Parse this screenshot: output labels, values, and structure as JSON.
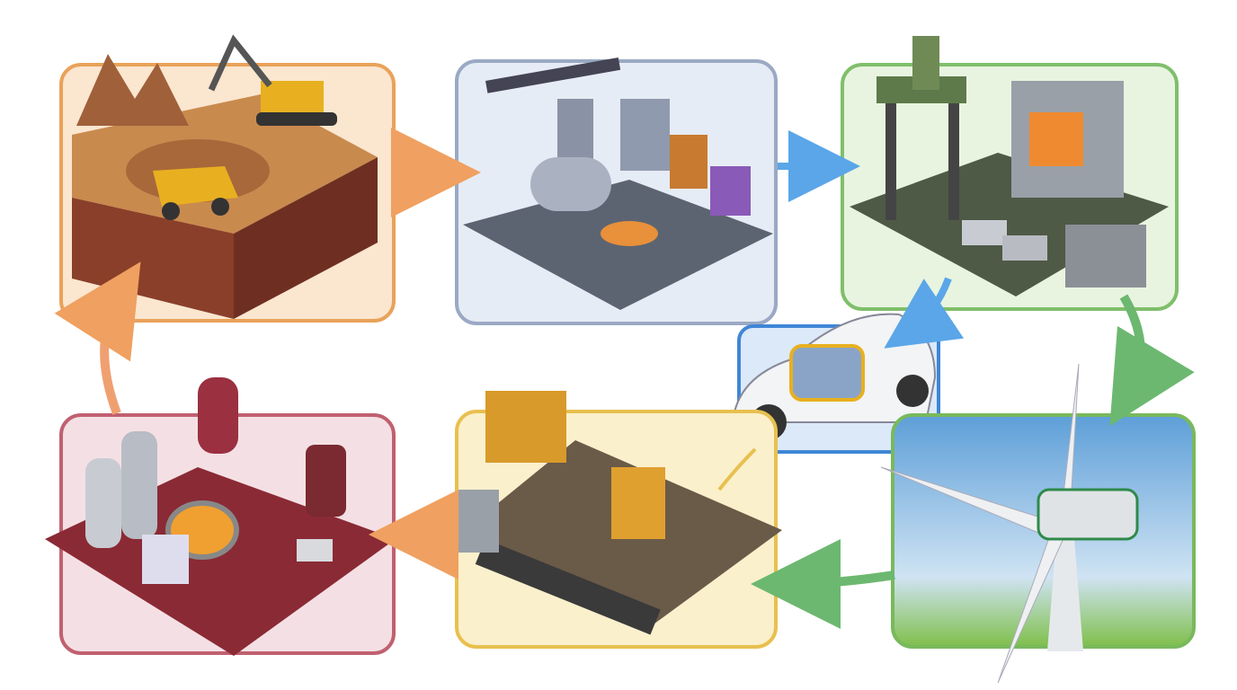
{
  "diagram": {
    "stages": [
      {
        "id": "mining",
        "frame_color": "#e9a25a",
        "fill_color": "#fbe6cf"
      },
      {
        "id": "processing",
        "frame_color": "#9aa9c4",
        "fill_color": "#e6ecf5"
      },
      {
        "id": "magnet-manufacturing",
        "frame_color": "#7fbf6a",
        "fill_color": "#e8f4e0"
      },
      {
        "id": "electric-vehicle",
        "frame_color": "#3f86d6",
        "fill_color": "#dbe9f8"
      },
      {
        "id": "wind-turbine",
        "frame_color": "#79b95c",
        "fill_color": "#cfe6f7"
      },
      {
        "id": "recycling-sorting",
        "frame_color": "#e8c04f",
        "fill_color": "#fbf0cc"
      },
      {
        "id": "refining",
        "frame_color": "#c06070",
        "fill_color": "#f4e0e4"
      }
    ],
    "arrows": [
      {
        "from": "mining",
        "to": "processing",
        "color": "#f0a060"
      },
      {
        "from": "processing",
        "to": "magnet-manufacturing",
        "color": "#5aa6e8"
      },
      {
        "from": "magnet-manufacturing",
        "to": "electric-vehicle",
        "color": "#5aa6e8"
      },
      {
        "from": "magnet-manufacturing",
        "to": "wind-turbine",
        "color": "#6cb870"
      },
      {
        "from": "wind-turbine",
        "to": "recycling-sorting",
        "color": "#6cb870"
      },
      {
        "from": "recycling-sorting",
        "to": "refining",
        "color": "#f0905a"
      },
      {
        "from": "refining",
        "to": "mining",
        "color": "#f0a070"
      }
    ]
  }
}
